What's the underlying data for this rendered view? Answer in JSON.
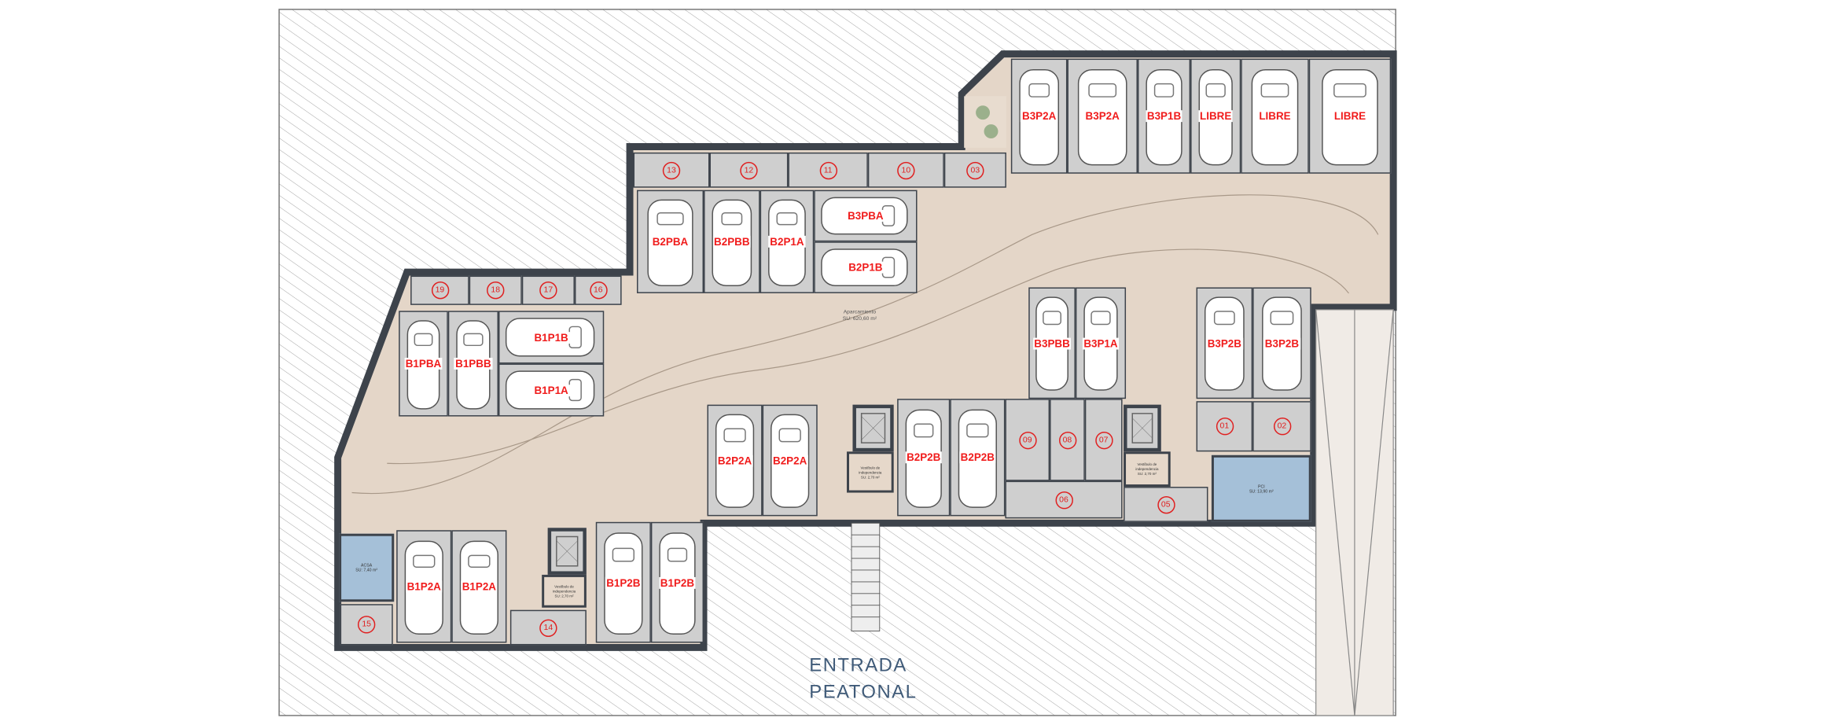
{
  "plan": {
    "parking_area": {
      "name": "Aparcamiento",
      "area": "SU: 620,60 m²"
    },
    "parking_spaces": [
      "B3P2A",
      "B3P2A",
      "B3P1B",
      "LIBRE",
      "LIBRE",
      "LIBRE",
      "B2PBA",
      "B2PBB",
      "B2P1A",
      "B3PBA",
      "B2P1B",
      "B1PBA",
      "B1PBB",
      "B1P1B",
      "B1P1A",
      "B3PBB",
      "B3P1A",
      "B3P2B",
      "B3P2B",
      "B2P2A",
      "B2P2A",
      "B2P2B",
      "B2P2B",
      "B1P2A",
      "B1P2A",
      "B1P2B",
      "B1P2B"
    ],
    "storage_rooms": [
      "13",
      "12",
      "11",
      "10",
      "03",
      "19",
      "18",
      "17",
      "16",
      "01",
      "02",
      "09",
      "08",
      "07",
      "06",
      "05",
      "15",
      "14"
    ],
    "rooms": {
      "pci": {
        "name": "PCI",
        "area": "SU: 13,90 m²"
      },
      "acsa": {
        "name": "ACSA",
        "area": "SU: 7,40 m²"
      },
      "vestibule_1": {
        "name": "Vestíbulo de independencia",
        "area": "SU: 2,70 m²"
      },
      "vestibule_2": {
        "name": "Vestíbulo de independencia",
        "area": "SU: 2,70 m²"
      },
      "vestibule_3": {
        "name": "Vestíbulo de independencia",
        "area": "SU: 2,70 m²"
      }
    },
    "entrance": {
      "line1": "ENTRADA",
      "line2": "PEATONAL"
    },
    "colors": {
      "wall": "#3d434b",
      "floor": "#e4d6c8",
      "space": "#cfcfcf",
      "label": "#f01c1c",
      "service": "#a5c0d8",
      "entrance_text": "#3f5a78"
    }
  }
}
